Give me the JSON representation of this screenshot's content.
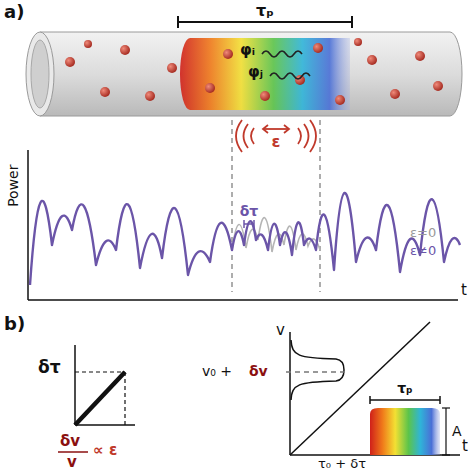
{
  "diagram": {
    "labels": [
      "a)",
      "τₚ",
      "φᵢ",
      "φⱼ",
      "ε",
      "Power",
      "δτ",
      "ε=0",
      "ε≠0",
      "t",
      "b)",
      "δτ",
      "δv",
      "v",
      "∝ ε",
      "v",
      "v₀ +",
      "δv",
      "τₚ",
      "A",
      "τ₀ + δτ",
      "t"
    ]
  }
}
